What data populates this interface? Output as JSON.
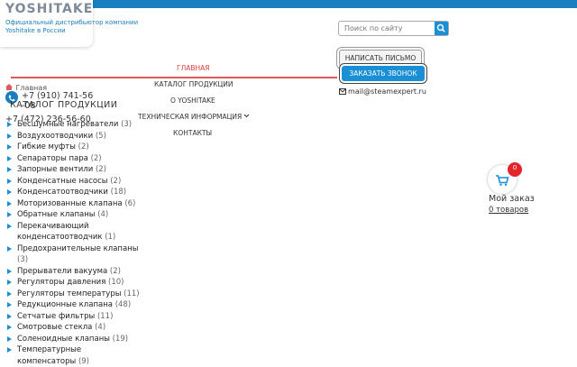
{
  "header": {
    "logo": "YOSHITAKE",
    "tagline_line1": "Официальный дистрибьютор компании",
    "tagline_line2": "Yoshitake в России"
  },
  "search": {
    "placeholder": "Поиск по сайту",
    "icon": "search-icon"
  },
  "buttons": {
    "write": "НАПИСАТЬ ПИСЬМО",
    "call": "ЗАКАЗАТЬ ЗВОНОК"
  },
  "contacts": {
    "email": "mail@steamexpert.ru",
    "phone1_part1": "+7 (910) 741-56",
    "phone1_part2": "-08",
    "phone2": "+7 (472) 236-56-60"
  },
  "nav": {
    "items": [
      {
        "label": "ГЛАВНАЯ"
      },
      {
        "label": "КАТАЛОГ ПРОДУКЦИИ"
      },
      {
        "label": "О YOSHITAKE"
      },
      {
        "label": "ТЕХНИЧЕСКАЯ ИНФОРМАЦИЯ"
      },
      {
        "label": "КОНТАКТЫ"
      }
    ],
    "active_color": "#d94040"
  },
  "breadcrumb": {
    "home": "Главная"
  },
  "catalog": {
    "title": "КАТАЛОГ ПРОДУКЦИИ",
    "items": [
      {
        "label": "Бесшумные нагреватели",
        "count": "(3)"
      },
      {
        "label": "Воздухоотводчики",
        "count": "(5)"
      },
      {
        "label": "Гибкие муфты",
        "count": "(2)"
      },
      {
        "label": "Сепараторы пара",
        "count": "(2)"
      },
      {
        "label": "Запорные вентили",
        "count": "(2)"
      },
      {
        "label": "Конденсатные насосы",
        "count": "(2)"
      },
      {
        "label": "Конденсатоотводчики",
        "count": "(18)"
      },
      {
        "label": "Моторизованные клапана",
        "count": "(6)"
      },
      {
        "label": "Обратные клапаны",
        "count": "(4)"
      },
      {
        "label": "Перекачивающий конденсатоотводчик",
        "count": "(1)"
      },
      {
        "label": "Предохранительные клапаны",
        "count": "(3)"
      },
      {
        "label": "Прерыватели вакуума",
        "count": "(2)"
      },
      {
        "label": "Регуляторы давления",
        "count": "(10)"
      },
      {
        "label": "Регуляторы температуры",
        "count": "(11)"
      },
      {
        "label": "Редукционные клапана",
        "count": "(48)"
      },
      {
        "label": "Сетчатые фильтры",
        "count": "(11)"
      },
      {
        "label": "Смотровые стекла",
        "count": "(4)"
      },
      {
        "label": "Соленоидные клапаны",
        "count": "(19)"
      },
      {
        "label": "Температурные компенсаторы",
        "count": "(9)"
      }
    ]
  },
  "cart": {
    "badge": "0",
    "title": "Мой заказ",
    "count_text": "0 товаров"
  },
  "colors": {
    "brand_blue": "#1a7fc1",
    "accent_red": "#e3242b"
  }
}
